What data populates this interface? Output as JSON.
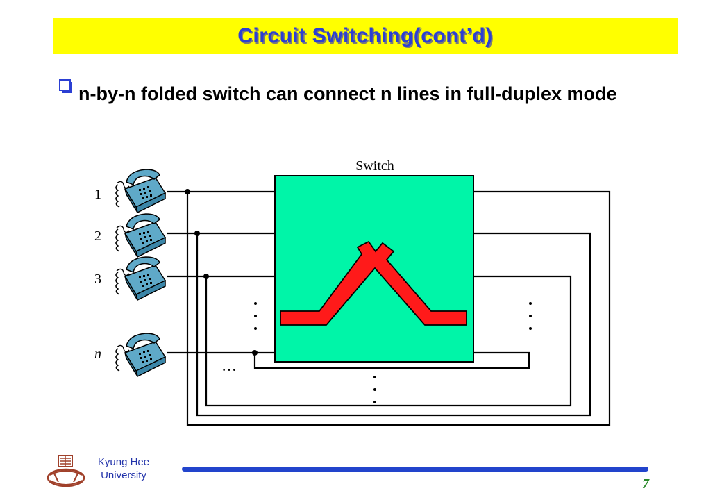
{
  "slide": {
    "title": "Circuit Switching(cont’d)",
    "bullet": "n-by-n folded switch can connect n lines in full-duplex mode",
    "page_number": "7"
  },
  "footer": {
    "university_line1": "Kyung Hee",
    "university_line2": "University"
  },
  "diagram": {
    "switch_label": "Switch",
    "line_labels": [
      "1",
      "2",
      "3",
      "n"
    ],
    "ellipsis_horizontal": "…",
    "colors": {
      "switch_fill": "#00f5a8",
      "crosspoint": "#ff1a1a",
      "phone": "#5fa9c8",
      "title_bar": "#ffff00",
      "title_text": "#2b3fd3"
    }
  }
}
